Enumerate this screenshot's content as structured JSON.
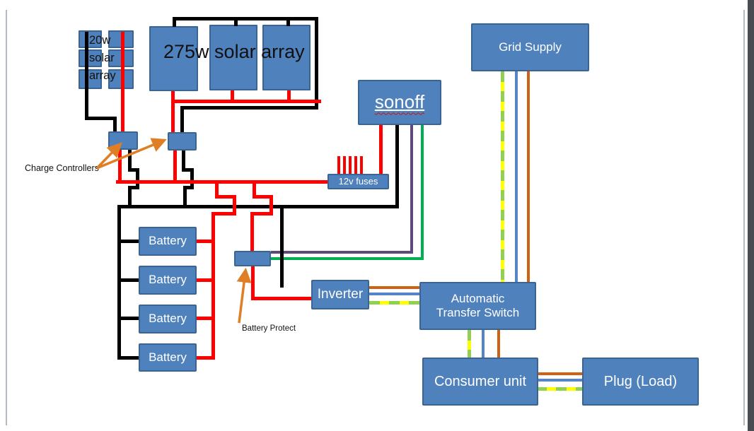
{
  "boxes": {
    "grid_supply": "Grid Supply",
    "sonoff": "sonoff",
    "fuses": "12v fuses",
    "inverter": "Inverter",
    "ats": "Automatic Transfer Switch",
    "consumer_unit": "Consumer unit",
    "plug": "Plug (Load)"
  },
  "solar": {
    "small_label_lines": [
      "20w",
      "solar",
      "array"
    ],
    "large_label": "275w solar array"
  },
  "batteries": [
    {
      "label": "Battery"
    },
    {
      "label": "Battery"
    },
    {
      "label": "Battery"
    },
    {
      "label": "Battery"
    }
  ],
  "labels": {
    "charge_controllers": "Charge Controllers",
    "battery_protect": "Battery Protect"
  },
  "colors": {
    "box_fill": "#4F81BD",
    "box_border": "#3A6493",
    "wire_red": "#FF0000",
    "wire_black": "#000000",
    "wire_purple": "#5F497A",
    "wire_green": "#00B050",
    "wire_blue": "#5585C6",
    "wire_orange": "#CE6212",
    "wire_yellow": "#FFFF00",
    "wire_dash_green": "#92D050",
    "arrow_orange": "#E07E26"
  }
}
